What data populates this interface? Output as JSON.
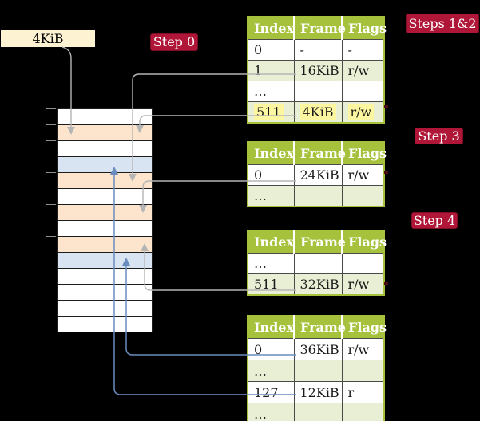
{
  "colors": {
    "background": "#000000",
    "badge_bg": "#b01638",
    "badge_border": "#7e0e26",
    "badge_text": "#ffffff",
    "table_header_bg": "#a6c23c",
    "table_header_text": "#ffffff",
    "table_border": "#a6c23c",
    "table_row_white": "#ffffff",
    "table_row_green": "#e9efd5",
    "cell_border": "#4a4a4a",
    "highlight_yellow": "#fdf6a1",
    "page_box_bg": "#fdf3d2",
    "mem_white": "#ffffff",
    "mem_peach": "#fce5cc",
    "mem_blue": "#d8e4f2",
    "mem_border": "#1c1c1c",
    "tick_gray": "#8f8f8f",
    "arrow_gray": "#b5b5b5",
    "arrow_blue": "#6a8cbe",
    "row_marker_red": "#4d0d18"
  },
  "labels": {
    "page_box": "4KiB",
    "step0": "Step 0",
    "steps12": "Steps 1&2",
    "step3": "Step 3",
    "step4": "Step 4"
  },
  "tables": [
    {
      "headers": [
        "Index",
        "Frame",
        "Flags"
      ],
      "rows": [
        {
          "cells": [
            "0",
            "-",
            "-"
          ],
          "shaded": false,
          "highlighted": false
        },
        {
          "cells": [
            "1",
            "16KiB",
            "r/w"
          ],
          "shaded": true,
          "highlighted": false
        },
        {
          "cells": [
            "…",
            "",
            ""
          ],
          "shaded": false,
          "highlighted": false
        },
        {
          "cells": [
            "511",
            "4KiB",
            "r/w"
          ],
          "shaded": true,
          "highlighted": true
        }
      ]
    },
    {
      "headers": [
        "Index",
        "Frame",
        "Flags"
      ],
      "rows": [
        {
          "cells": [
            "0",
            "24KiB",
            "r/w"
          ],
          "shaded": false,
          "highlighted": false
        },
        {
          "cells": [
            "…",
            "",
            ""
          ],
          "shaded": true,
          "highlighted": false
        }
      ]
    },
    {
      "headers": [
        "Index",
        "Frame",
        "Flags"
      ],
      "rows": [
        {
          "cells": [
            "…",
            "",
            ""
          ],
          "shaded": false,
          "highlighted": false
        },
        {
          "cells": [
            "511",
            "32KiB",
            "r/w"
          ],
          "shaded": true,
          "highlighted": false
        }
      ]
    },
    {
      "headers": [
        "Index",
        "Frame",
        "Flags"
      ],
      "rows": [
        {
          "cells": [
            "0",
            "36KiB",
            "r/w"
          ],
          "shaded": false,
          "highlighted": false
        },
        {
          "cells": [
            "…",
            "",
            ""
          ],
          "shaded": true,
          "highlighted": false
        },
        {
          "cells": [
            "127",
            "12KiB",
            "r"
          ],
          "shaded": false,
          "highlighted": false
        },
        {
          "cells": [
            "…",
            "",
            ""
          ],
          "shaded": true,
          "highlighted": false
        }
      ]
    }
  ],
  "memory": {
    "rows": [
      "white",
      "peach",
      "white",
      "blue",
      "peach",
      "white",
      "peach",
      "white",
      "peach",
      "blue",
      "white",
      "white",
      "white",
      "white"
    ]
  },
  "connectors": [
    {
      "from": "page-size-box",
      "to": "memory-row-2",
      "style": "gray"
    },
    {
      "from": "table1-row-1",
      "to": "memory-row-5",
      "style": "gray"
    },
    {
      "from": "table1-row-511",
      "to": "memory-row-2",
      "style": "gray"
    },
    {
      "from": "table2-row-0",
      "to": "memory-row-7",
      "style": "gray"
    },
    {
      "from": "table3-row-511",
      "to": "memory-row-9",
      "style": "gray"
    },
    {
      "from": "table4-row-0",
      "to": "memory-row-10",
      "style": "blue"
    },
    {
      "from": "table4-row-127",
      "to": "memory-row-4",
      "style": "blue"
    }
  ]
}
